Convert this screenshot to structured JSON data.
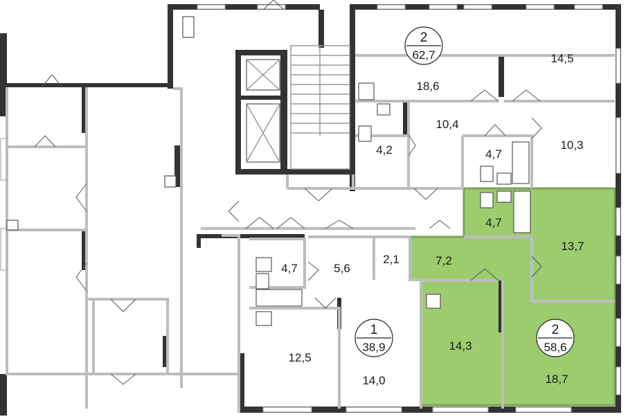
{
  "colors": {
    "highlight": "#9ccc6e",
    "highlight_stroke": "#7aa35a",
    "wall": "#333333",
    "inner_wall": "#bdbdbd"
  },
  "apartments": [
    {
      "rooms": "2",
      "area": "62,7"
    },
    {
      "rooms": "1",
      "area": "38,9"
    },
    {
      "rooms": "2",
      "area": "58,6"
    }
  ],
  "room_areas": {
    "r1": "18,6",
    "r2": "14,5",
    "r3": "10,4",
    "r4": "10,3",
    "r5": "4,2",
    "r6": "4,7",
    "r7": "4,7",
    "r8": "13,7",
    "r9": "7,2",
    "r10": "4,7",
    "r11": "5,6",
    "r12": "2,1",
    "r13": "12,5",
    "r14": "14,0",
    "r15": "14,3",
    "r16": "18,7"
  }
}
